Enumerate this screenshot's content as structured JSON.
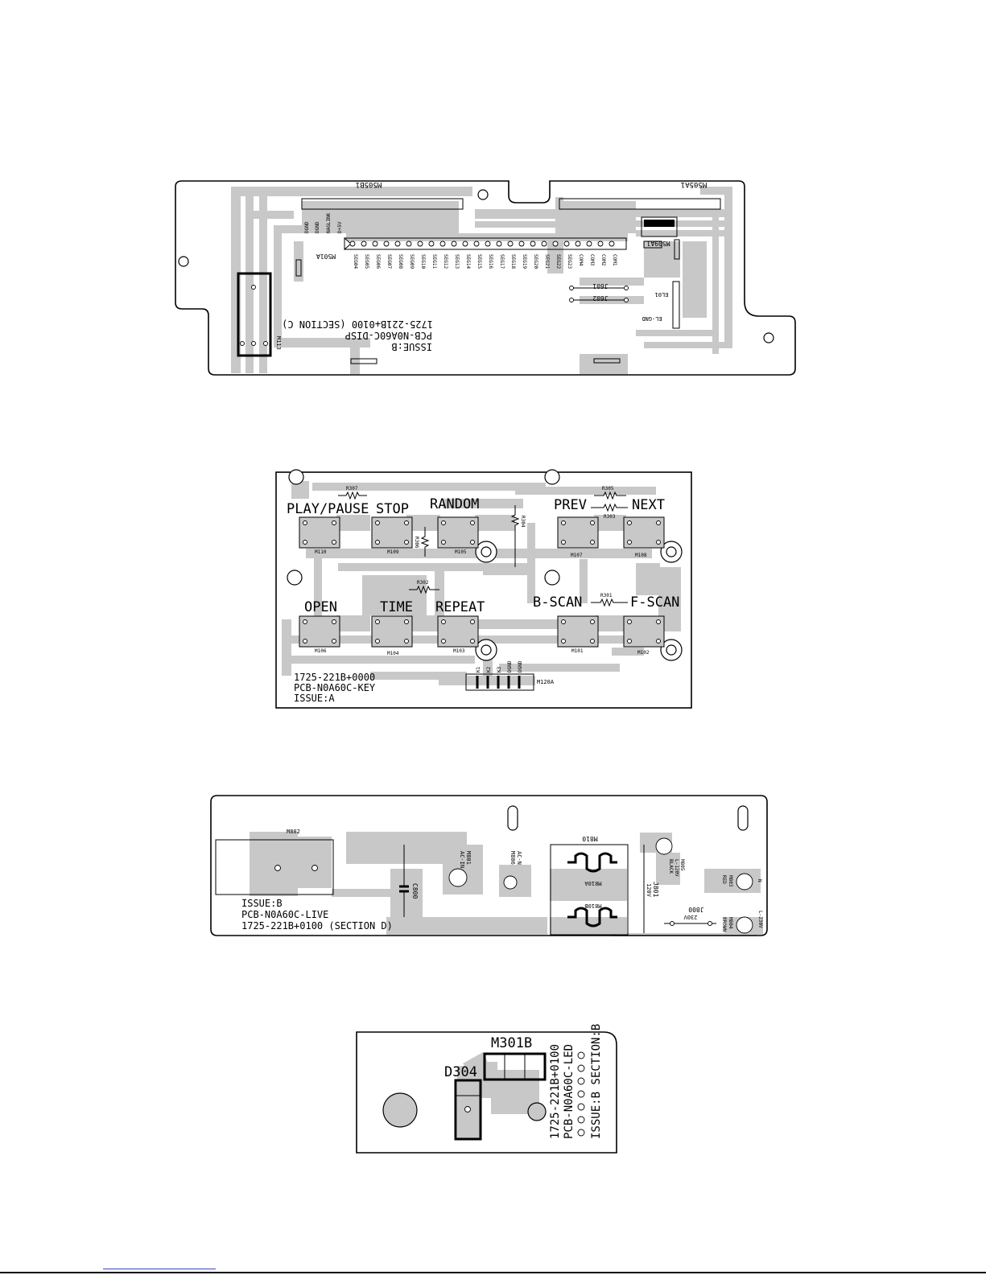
{
  "disp_board": {
    "issue": "ISSUE:B",
    "pcb_name": "PCB-N0A60C-DISP",
    "part_no": "1725-221B+0100 (SECTION C)",
    "connector_left": "M505B1",
    "connector_right": "M505A1",
    "connector_main": "M501A",
    "connector_small": "M509A1",
    "connector_side": "M113",
    "power_pins": [
      "DGND",
      "DGND",
      "NAGLINK",
      "D+5V"
    ],
    "segment_pins": [
      "SEG04",
      "SEG05",
      "SEG06",
      "SEG07",
      "SEG08",
      "SEG09",
      "SEG10",
      "SEG11",
      "SEG12",
      "SEG13",
      "SEG14",
      "SEG15",
      "SEG16",
      "SEG17",
      "SEG18",
      "SEG19",
      "SEG20",
      "SEG21",
      "SEG22",
      "SEG23",
      "COM4",
      "COM3",
      "COM2",
      "COM1"
    ],
    "jumpers": [
      "J601",
      "J602"
    ],
    "el_labels": [
      "EL01",
      "EL-GND"
    ]
  },
  "key_board": {
    "buttons_top": [
      "PLAY/PAUSE",
      "STOP",
      "RANDOM",
      "PREV",
      "NEXT"
    ],
    "buttons_bottom": [
      "OPEN",
      "TIME",
      "REPEAT",
      "B-SCAN",
      "F-SCAN"
    ],
    "switch_ids_top": [
      "M110",
      "M109",
      "M105",
      "M107",
      "M108"
    ],
    "switch_ids_bottom": [
      "M106",
      "M104",
      "M103",
      "M101",
      "M102"
    ],
    "resistors": [
      "R307",
      "R306",
      "R304",
      "R305",
      "R303",
      "R302",
      "R301"
    ],
    "connector": "M120A",
    "connector_pins": [
      "K1",
      "K2",
      "K3",
      "DGND",
      "DGND"
    ],
    "part_no": "1725-221B+0000",
    "pcb_name": "PCB-N0A60C-KEY",
    "issue": "ISSUE:A"
  },
  "live_board": {
    "transformer": "M802",
    "issue": "ISSUE:B",
    "pcb_name": "PCB-N0A60C-LIVE",
    "part_no": "1725-221B+0100 (SECTION D)",
    "capacitor": "C800",
    "ac_in_1": [
      "M801",
      "AC-IN"
    ],
    "ac_in_2": [
      "AC-N",
      "M806"
    ],
    "fuse_block": "M810",
    "fuse_a": "M810A",
    "fuse_b": "M810B",
    "jumper_120": [
      "J801",
      "120V"
    ],
    "jumper_230": [
      "J800",
      "230V"
    ],
    "wire_black": [
      "M805",
      "L-120V",
      "BLACK"
    ],
    "wire_red": [
      "M803",
      "RED"
    ],
    "wire_brown": [
      "M804",
      "BROWN"
    ],
    "n_label": "N",
    "l230_label": "L-230V"
  },
  "led_board": {
    "connector": "M301B",
    "led": "D304",
    "part_no": "1725-221B+0100",
    "pcb_name": "PCB-N0A60C-LED",
    "issue_section": "ISSUE:B  SECTION:B"
  }
}
